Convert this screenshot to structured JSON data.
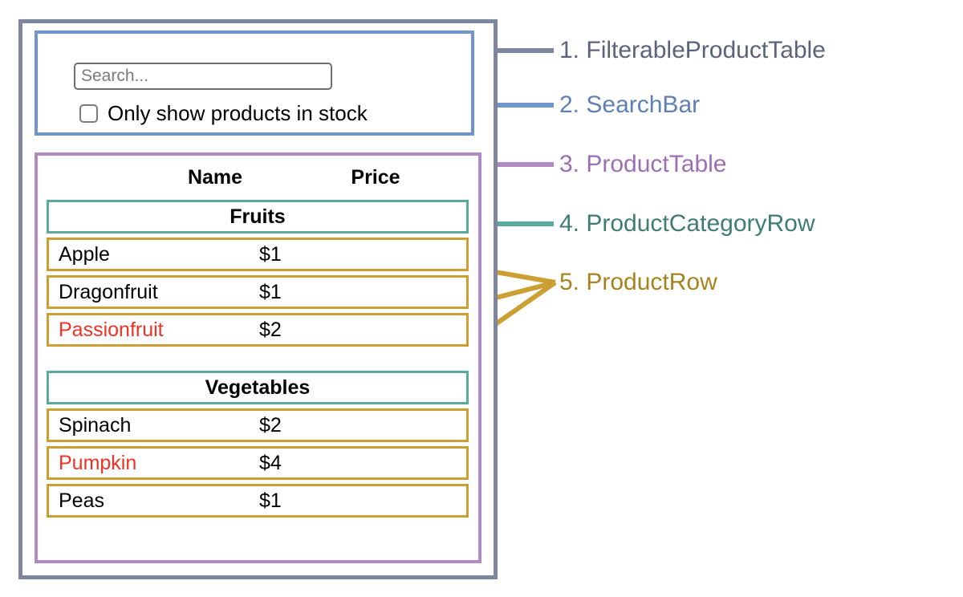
{
  "colors": {
    "outer_frame": "#7d869c",
    "searchbar_frame": "#6e96ca",
    "producttable_frame": "#b18ac4",
    "categoryrow_frame": "#5aab9e",
    "productrow_frame": "#cc9f33",
    "out_of_stock_text": "#f03224",
    "text": "#000000"
  },
  "search_bar": {
    "input_value": "",
    "input_placeholder": "Search...",
    "checkbox_label": "Only show products in stock",
    "checkbox_checked": false
  },
  "product_table": {
    "columns": [
      "Name",
      "Price"
    ],
    "groups": [
      {
        "category": "Fruits",
        "products": [
          {
            "name": "Apple",
            "price": "$1",
            "in_stock": true
          },
          {
            "name": "Dragonfruit",
            "price": "$1",
            "in_stock": true
          },
          {
            "name": "Passionfruit",
            "price": "$2",
            "in_stock": false
          }
        ]
      },
      {
        "category": "Vegetables",
        "products": [
          {
            "name": "Spinach",
            "price": "$2",
            "in_stock": true
          },
          {
            "name": "Pumpkin",
            "price": "$4",
            "in_stock": false
          },
          {
            "name": "Peas",
            "price": "$1",
            "in_stock": true
          }
        ]
      }
    ]
  },
  "annotations": [
    {
      "number": "1.",
      "label": "FilterableProductTable",
      "color": "#5b6378"
    },
    {
      "number": "2.",
      "label": "SearchBar",
      "color": "#5e80b4"
    },
    {
      "number": "3.",
      "label": "ProductTable",
      "color": "#9b6fb4"
    },
    {
      "number": "4.",
      "label": "ProductCategoryRow",
      "color": "#3e7d6f"
    },
    {
      "number": "5.",
      "label": "ProductRow",
      "color": "#a8821f"
    }
  ]
}
